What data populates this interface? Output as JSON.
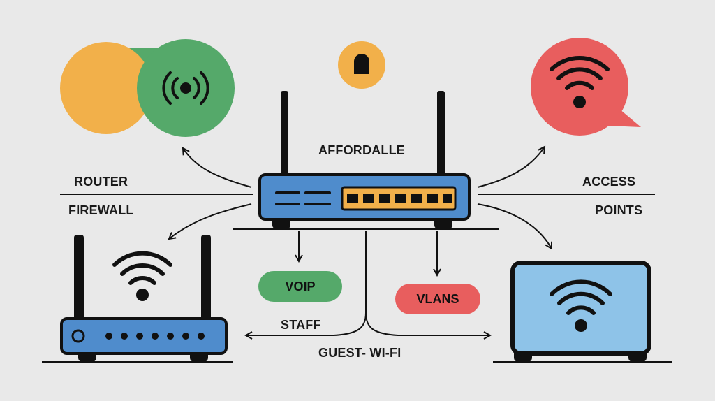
{
  "labels": {
    "center": "AFFORDALLE",
    "router": "ROUTER",
    "firewall": "FIREWALL",
    "access": "ACCESS",
    "points": "POINTS",
    "voip": "VOIP",
    "vlans": "VLANS",
    "staff": "STAFF",
    "guest_wifi": "GUEST- WI-FI"
  },
  "colors": {
    "background": "#e9e9e9",
    "orange": "#f2b04a",
    "green": "#55a96a",
    "red": "#e85e5e",
    "blue": "#4f8ccc",
    "light_blue": "#8ec3e8",
    "outline": "#111111"
  },
  "icons": [
    "broadcast-icon",
    "lock-icon",
    "wifi-icon",
    "router-icon",
    "laptop-icon"
  ]
}
